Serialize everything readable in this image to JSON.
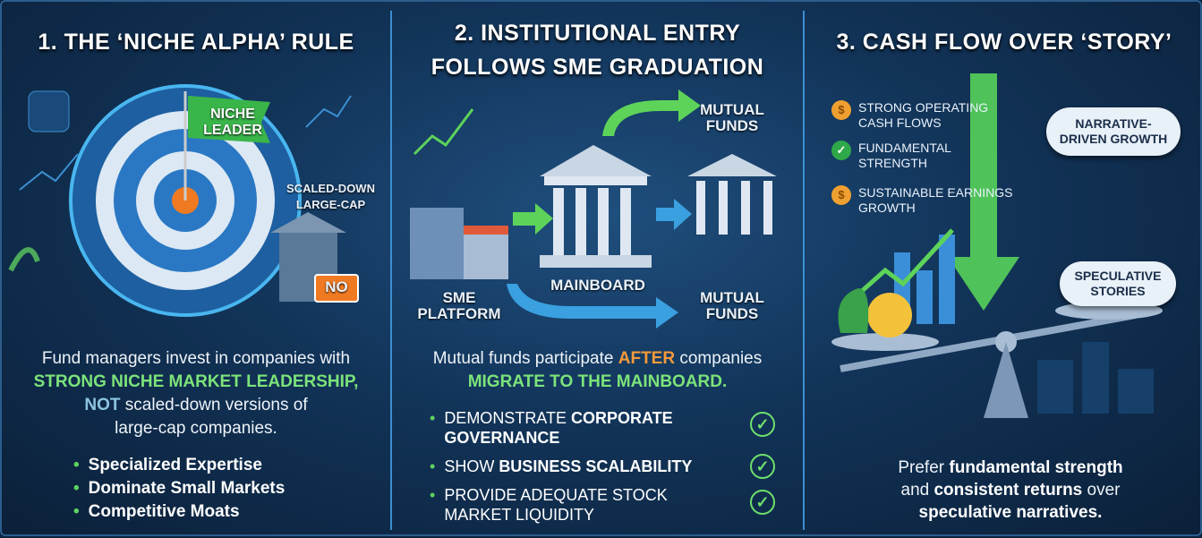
{
  "panel1": {
    "title": "1. THE ‘NICHE ALPHA’ RULE",
    "flag_text": "NICHE LEADER",
    "scaled_label": "SCALED-DOWN LARGE-CAP",
    "no_sign": "NO",
    "para_1": "Fund managers invest in companies with",
    "para_highlight": "STRONG NICHE MARKET LEADERSHIP,",
    "para_not": "NOT",
    "para_2": " scaled-down versions of",
    "para_3": "large-cap companies.",
    "bullets": [
      "Specialized Expertise",
      "Dominate Small Markets",
      "Competitive Moats"
    ]
  },
  "panel2": {
    "title_line1": "2. INSTITUTIONAL ENTRY",
    "title_line2": "FOLLOWS SME GRADUATION",
    "label_mutual_top": "MUTUAL FUNDS",
    "label_sme": "SME PLATFORM",
    "label_mainboard": "MAINBOARD",
    "label_mutual_bottom": "MUTUAL FUNDS",
    "para_1": "Mutual funds participate ",
    "para_after": "AFTER",
    "para_2": " companies",
    "para_highlight": "MIGRATE TO THE MAINBOARD.",
    "bullets": [
      {
        "pre": "DEMONSTRATE ",
        "bold": "CORPORATE GOVERNANCE"
      },
      {
        "pre": "SHOW ",
        "bold": "BUSINESS SCALABILITY"
      },
      {
        "pre": "PROVIDE ADEQUATE STOCK MARKET LIQUIDITY",
        "bold": ""
      }
    ]
  },
  "panel3": {
    "title": "3. CASH FLOW OVER ‘STORY’",
    "items": [
      {
        "icon": "$",
        "text": "STRONG OPERATING CASH FLOWS"
      },
      {
        "icon": "✓",
        "text": "FUNDAMENTAL STRENGTH"
      },
      {
        "icon": "$",
        "text": "SUSTAINABLE EARNINGS GROWTH"
      }
    ],
    "cloud_top": "NARRATIVE-DRIVEN GROWTH",
    "cloud_bottom": "SPECULATIVE STORIES",
    "para_1": "Prefer ",
    "para_b1": "fundamental strength",
    "para_2": "and ",
    "para_b2": "consistent returns",
    "para_3": " over",
    "para_b3": "speculative narratives."
  },
  "colors": {
    "accent_green": "#7ce37a",
    "accent_blue": "#3d8fd0",
    "background": "#123459",
    "orange": "#f08a2c"
  }
}
